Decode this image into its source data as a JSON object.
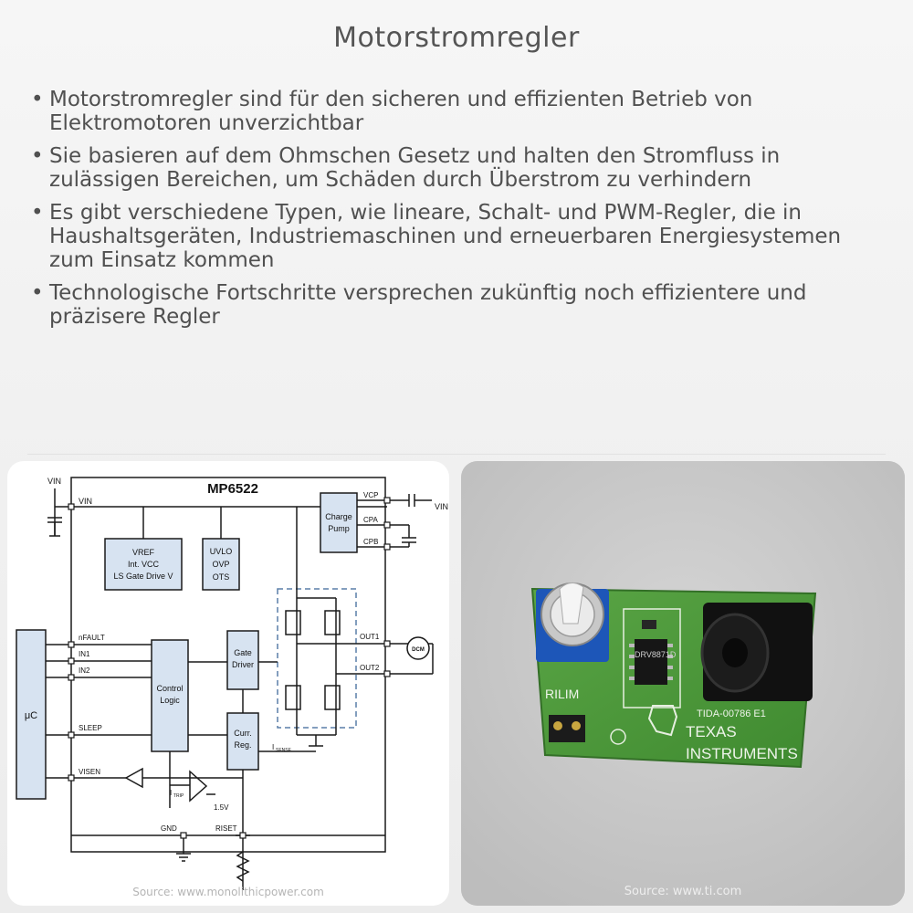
{
  "title": "Motorstromregler",
  "bullets": [
    "Motorstromregler sind für den sicheren und effizienten Betrieb von Elektromotoren unverzichtbar",
    "Sie basieren auf dem Ohmschen Gesetz und halten den Stromfluss in zulässigen Bereichen, um Schäden durch Überstrom zu verhindern",
    "Es gibt verschiedene Typen, wie lineare, Schalt- und PWM-Regler, die in Haushaltsgeräten, Industriemaschinen und erneuerbaren Energiesystemen zum Einsatz kommen",
    "Technologische Fortschritte versprechen zukünftig noch effizientere und präzisere Regler"
  ],
  "diagram": {
    "chip": "MP6522",
    "vin": "VIN",
    "vin_pin": "VIN",
    "vin_right": "VIN",
    "vref": "VREF",
    "vref_sub": "REF",
    "int_vcc": "Int. VCC",
    "ls_gate": "LS Gate Drive V",
    "uvlo": "UVLO",
    "ovp": "OVP",
    "ots": "OTS",
    "charge": "Charge",
    "pump": "Pump",
    "vcp": "VCP",
    "cpa": "CPA",
    "cpb": "CPB",
    "nfault": "nFAULT",
    "in1": "IN1",
    "in2": "IN2",
    "sleep": "SLEEP",
    "visen": "VISEN",
    "uc": "μC",
    "control": "Control",
    "logic": "Logic",
    "gate": "Gate",
    "driver": "Driver",
    "curr": "Curr.",
    "reg": "Reg.",
    "out1": "OUT1",
    "out2": "OUT2",
    "dcm": "DCM",
    "isense": "I",
    "isense_sub": "SENSE",
    "itrp": "I",
    "itrp_sub": "TRIP",
    "v15": "1.5V",
    "gnd": "GND",
    "riset": "RISET",
    "source": "Source: www.monolithicpower.com"
  },
  "photo": {
    "part": "DRV8871D",
    "board": "TIDA-00786 E1",
    "rilim": "RILIM",
    "texas": "TEXAS",
    "instruments": "INSTRUMENTS",
    "source": "Source: www.ti.com"
  },
  "colors": {
    "diagram_line": "#1a1a1a",
    "block_fill": "#d7e3f1",
    "pcb_green": "#4f9a3a",
    "pot_blue": "#1d56b8"
  }
}
